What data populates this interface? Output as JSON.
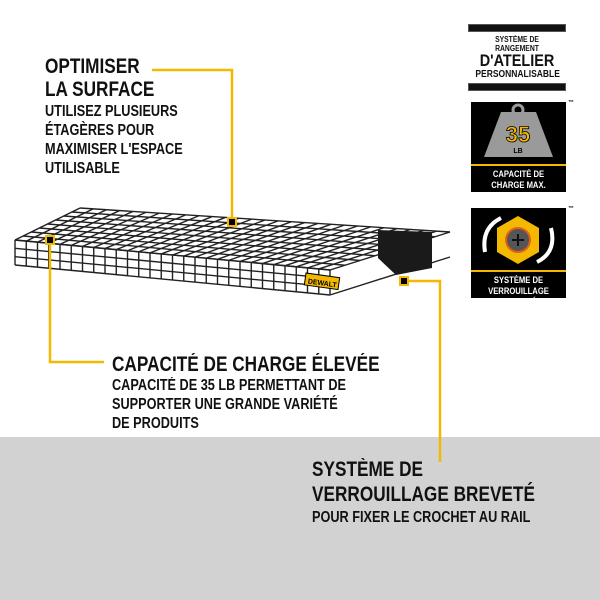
{
  "callouts": [
    {
      "title": [
        "OPTIMISER",
        "LA SURFACE"
      ],
      "body": [
        "UTILISEZ PLUSIEURS",
        "ÉTAGÈRES POUR",
        "MAXIMISER L'ESPACE",
        "UTILISABLE"
      ]
    },
    {
      "title": [
        "CAPACITÉ DE CHARGE ÉLEVÉE"
      ],
      "body": [
        "CAPACITÉ DE 35 LB PERMETTANT DE",
        "SUPPORTER UNE GRANDE VARIÉTÉ",
        "DE PRODUITS"
      ]
    },
    {
      "title": [
        "SYSTÈME DE",
        "VERROUILLAGE BREVETÉ"
      ],
      "body": [
        "POUR FIXER LE CROCHET AU RAIL"
      ]
    }
  ],
  "product": {
    "brand_label": "DEWALT"
  },
  "badges": {
    "storage": {
      "line1": "SYSTÈME DE RANGEMENT",
      "line2": "D'ATELIER",
      "line3": "PERSONNALISABLE"
    },
    "capacity": {
      "number": "35",
      "unit": "LB",
      "caption": [
        "CAPACITÉ DE",
        "CHARGE MAX."
      ],
      "tm": "™"
    },
    "lock": {
      "caption": [
        "SYSTÈME DE",
        "VERROUILLAGE BREVETÉ"
      ],
      "tm": "™"
    }
  },
  "colors": {
    "accent": "#f5b800",
    "dark": "#111111",
    "gray_band": "#d2d2d2"
  }
}
